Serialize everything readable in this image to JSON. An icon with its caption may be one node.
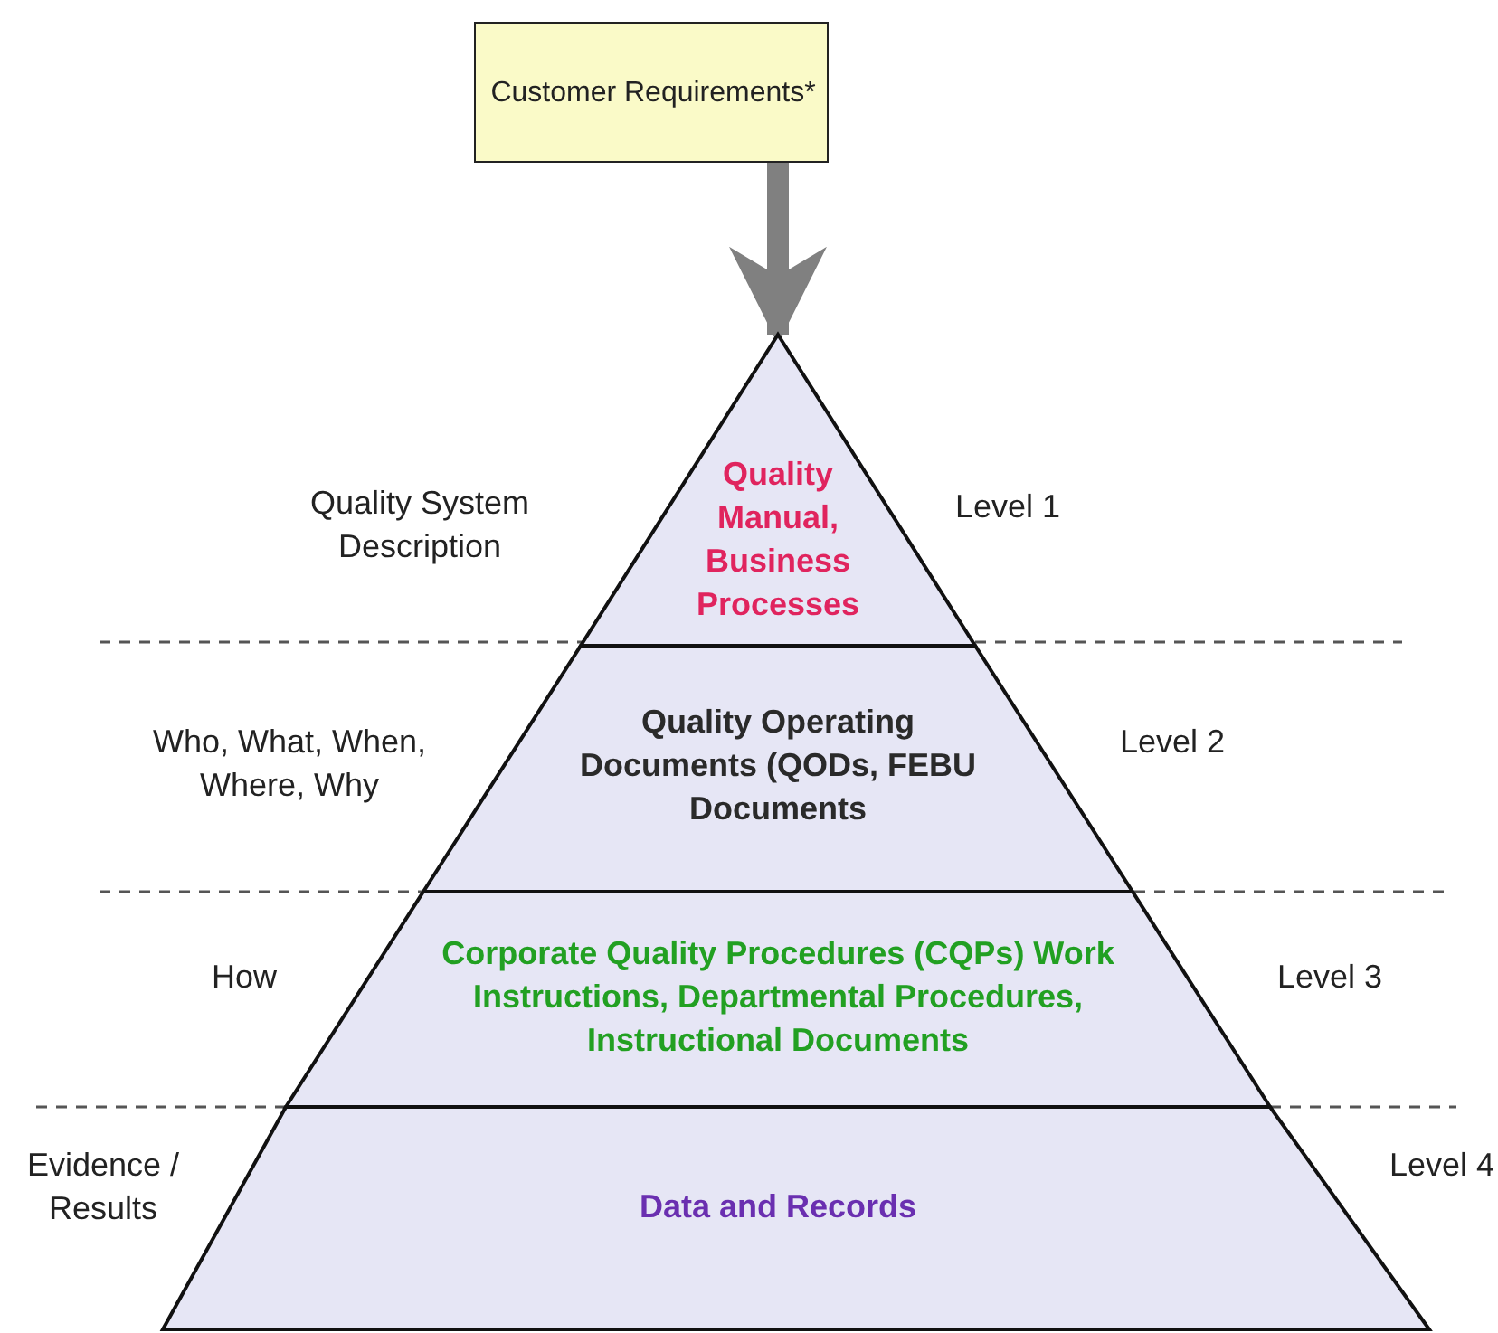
{
  "diagram": {
    "nodes": [
      {
        "text": [
          "Customer Requirements*"
        ]
      },
      {
        "text": [
          "Quality Manual, Business Processes"
        ],
        "beside": [
          "Quality System Description",
          "Level 1"
        ]
      },
      {
        "text": [
          "Quality Operating Documents (QODs, FEBU Documents"
        ],
        "beside": [
          "Who, What, When, Where, Why",
          "Level 2"
        ]
      },
      {
        "text": [
          "Corporate Quality Procedures (CQPs) Work Instructions, Departmental Procedures, Instructional Documents"
        ],
        "beside": [
          "How",
          "Level 3"
        ]
      },
      {
        "text": [
          "Data and Records"
        ],
        "beside": [
          "Evidence / Results",
          "Level 4"
        ]
      }
    ],
    "edges": [
      {
        "from": 0,
        "to": 1,
        "arrow": "to"
      }
    ]
  }
}
